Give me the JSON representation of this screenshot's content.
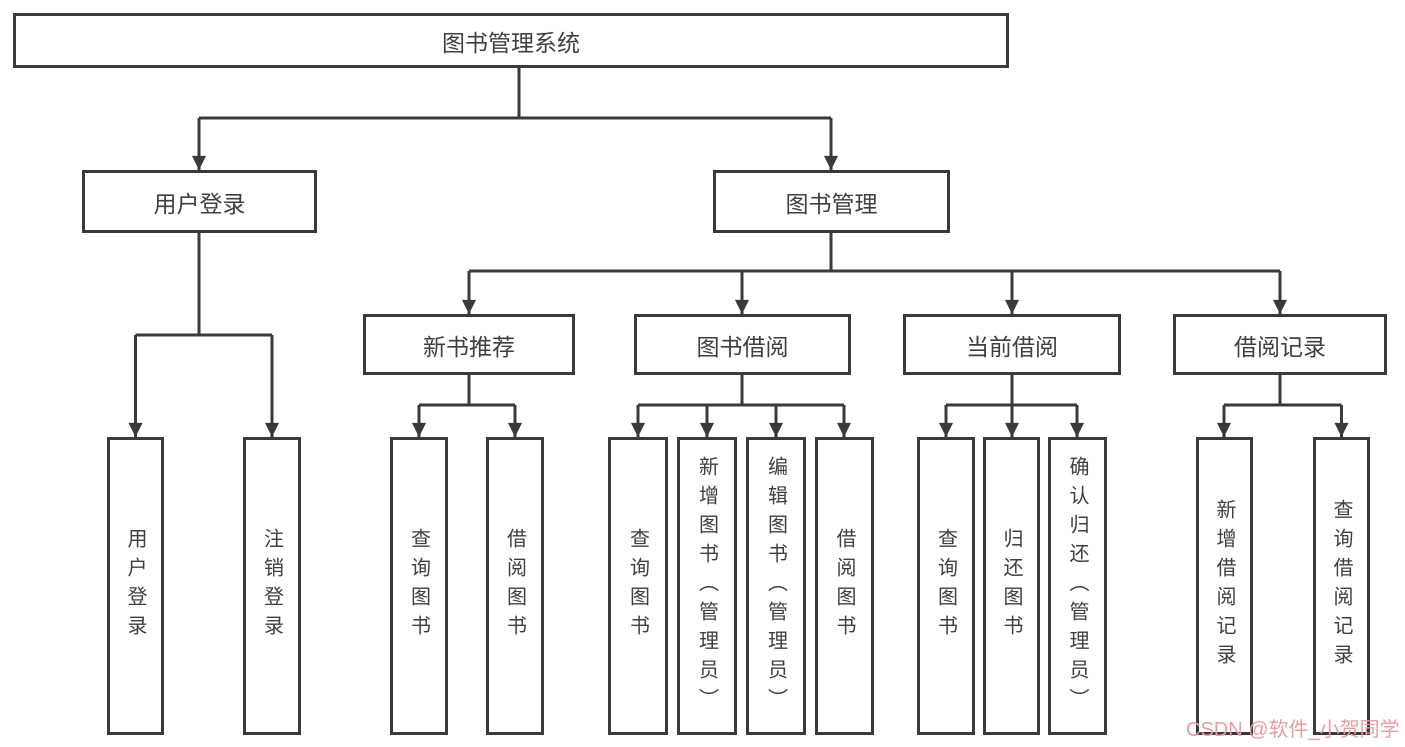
{
  "diagram_title": "图书管理系统",
  "tree": {
    "label": "图书管理系统",
    "children": [
      {
        "label": "用户登录",
        "children": [
          {
            "label": "用户登录"
          },
          {
            "label": "注销登录"
          }
        ]
      },
      {
        "label": "图书管理",
        "children": [
          {
            "label": "新书推荐",
            "children": [
              {
                "label": "查询图书"
              },
              {
                "label": "借阅图书"
              }
            ]
          },
          {
            "label": "图书借阅",
            "children": [
              {
                "label": "查询图书"
              },
              {
                "label": "新增图书（管理员）"
              },
              {
                "label": "编辑图书（管理员）"
              },
              {
                "label": "借阅图书"
              }
            ]
          },
          {
            "label": "当前借阅",
            "children": [
              {
                "label": "查询图书"
              },
              {
                "label": "归还图书"
              },
              {
                "label": "确认归还（管理员）"
              }
            ]
          },
          {
            "label": "借阅记录",
            "children": [
              {
                "label": "新增借阅记录"
              },
              {
                "label": "查询借阅记录"
              }
            ]
          }
        ]
      }
    ]
  },
  "watermark": {
    "text": "CSDN @软件_小贺同学"
  },
  "colors": {
    "line": "#3a3a3a",
    "box_border": "#3a3a3a",
    "text": "#3f3f3f",
    "background": "#ffffff",
    "watermark": "#eb9d9d"
  }
}
